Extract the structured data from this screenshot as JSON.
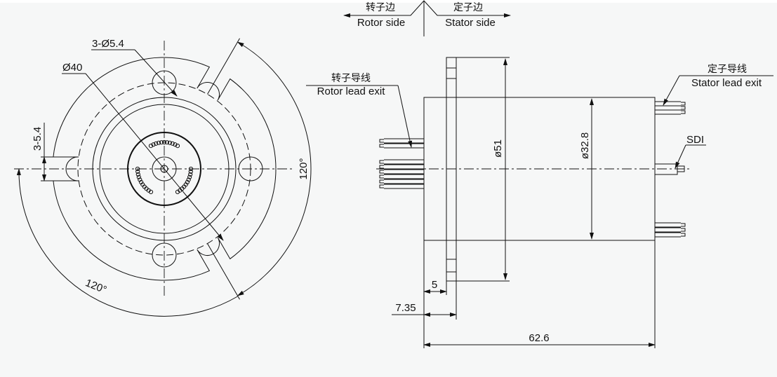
{
  "header": {
    "rotor_side_cn": "转子边",
    "rotor_side_en": "Rotor side",
    "stator_side_cn": "定子边",
    "stator_side_en": "Stator side"
  },
  "front_view": {
    "holes_label": "3-Ø5.4",
    "diameter_label": "Ø40",
    "slot_label": "3-5.4",
    "angle_right": "120°",
    "angle_bottom": "120°"
  },
  "side_view": {
    "rotor_lead_cn": "转子导线",
    "rotor_lead_en": "Rotor lead exit",
    "stator_lead_cn": "定子导线",
    "stator_lead_en": "Stator lead exit",
    "sdi_label": "SDI",
    "flange_diameter": "ø51",
    "body_diameter": "ø32.8",
    "dim_flange_thickness": "5",
    "dim_flange_offset": "7.35",
    "dim_total_length": "62.6"
  }
}
